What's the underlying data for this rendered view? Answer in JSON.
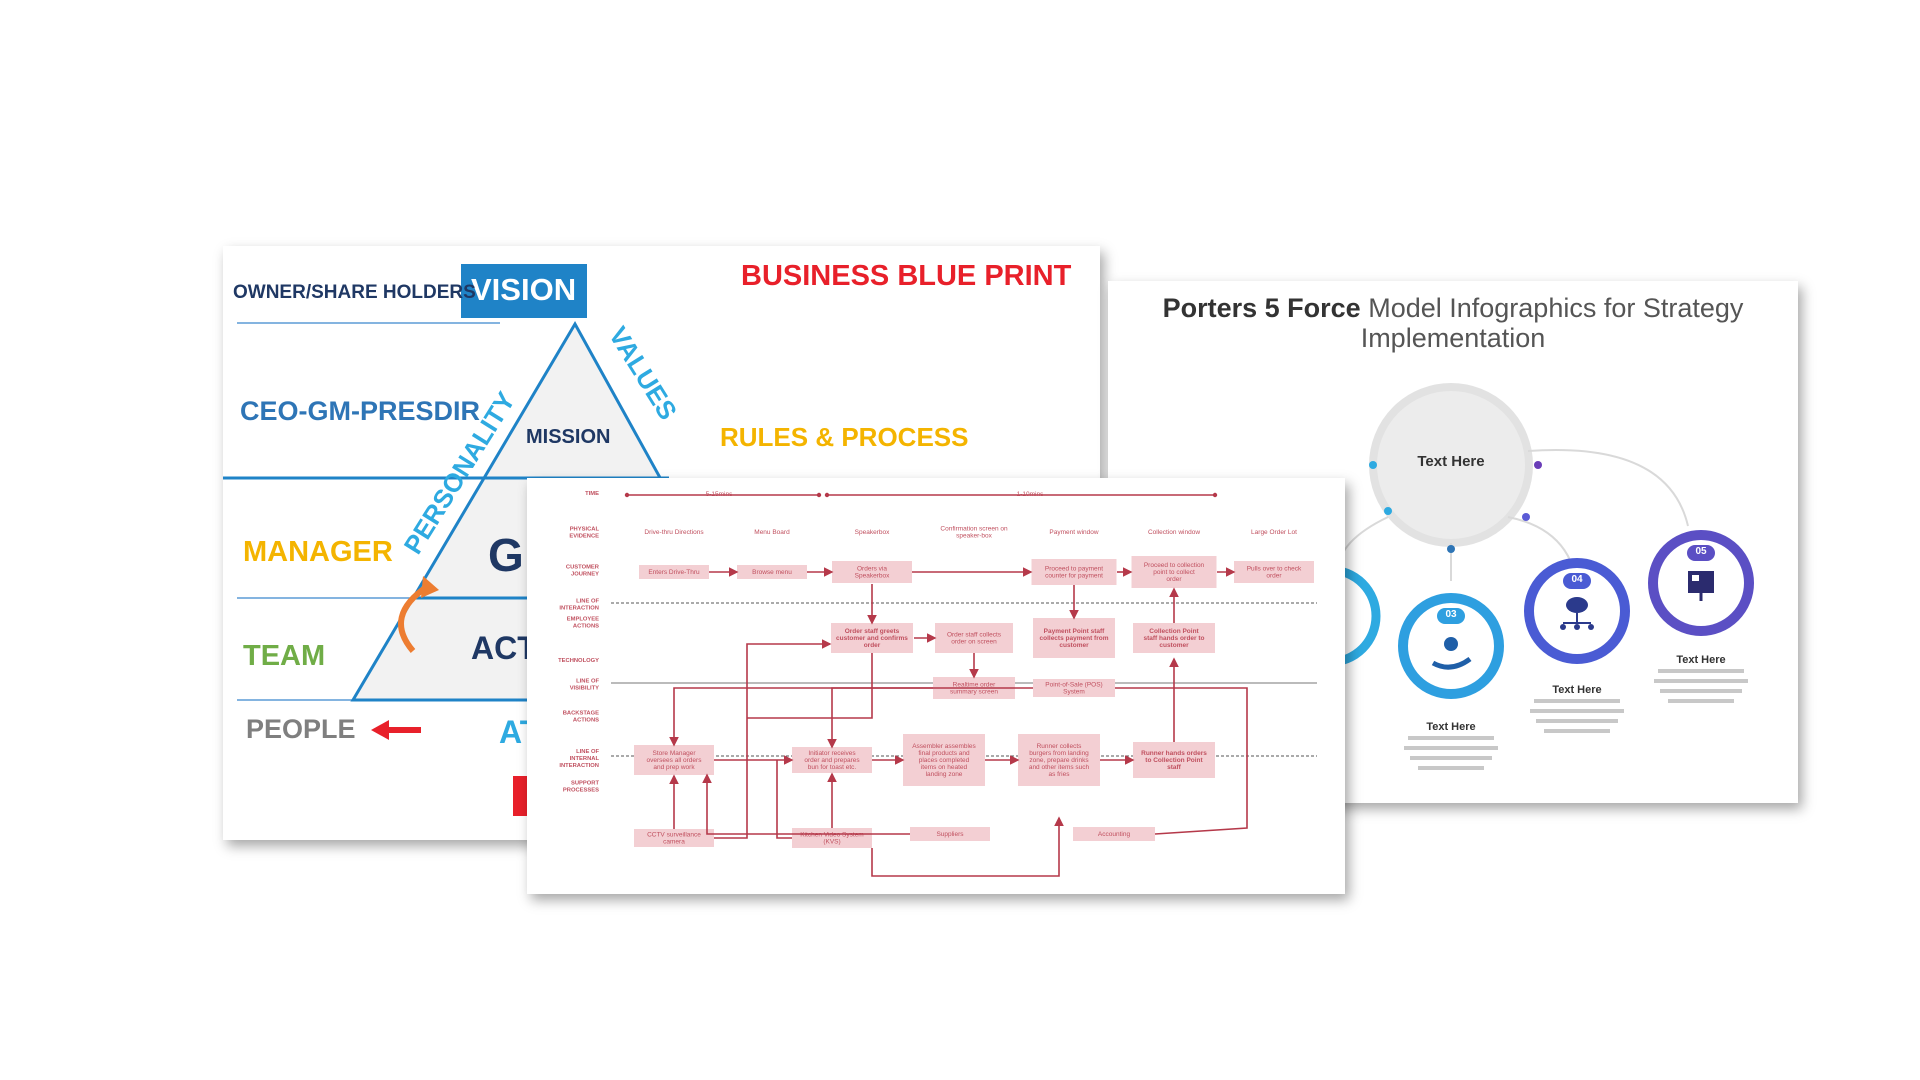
{
  "pyramid": {
    "title": "BUSINESS BLUE PRINT",
    "vision": "VISION",
    "mission": "MISSION",
    "rules": "RULES & PROCESS",
    "personality": "PERSONALITY",
    "values": "VALUES",
    "goal_partial": "G",
    "action_partial": "ACT",
    "attitude_partial": "AT",
    "levels": [
      "OWNER/SHARE HOLDERS",
      "CEO-GM-PRESDIR",
      "MANAGER",
      "TEAM",
      "PEOPLE"
    ],
    "colors": {
      "title": "#e8202a",
      "vision_bg": "#1f83c7",
      "owner": "#1f3864",
      "ceo": "#2e75b6",
      "manager": "#f4b400",
      "team": "#70ad47",
      "people": "#7f7f7f",
      "values": "#2eaae1",
      "rules": "#f4b400"
    }
  },
  "porter": {
    "title_bold": "Porters 5 Force",
    "title_rest": "Model Infographics for Strategy Implementation",
    "center": "Text Here",
    "items": [
      {
        "num": "03",
        "label": "Text Here",
        "icon": "hand-coin-icon"
      },
      {
        "num": "04",
        "label": "Text Here",
        "icon": "network-cloud-icon"
      },
      {
        "num": "05",
        "label": "Text Here",
        "icon": "chart-board-icon"
      }
    ]
  },
  "blueprint": {
    "rows": [
      "TIME",
      "PHYSICAL EVIDENCE",
      "CUSTOMER JOURNEY",
      "LINE OF INTERACTION",
      "EMPLOYEE ACTIONS",
      "TECHNOLOGY",
      "LINE OF VISIBILITY",
      "BACKSTAGE ACTIONS",
      "LINE OF INTERNAL INTERACTION",
      "SUPPORT PROCESSES"
    ],
    "time": [
      "5-15mins",
      "1-10mins"
    ],
    "evidence": [
      "Drive-thru Directions",
      "Menu Board",
      "Speakerbox",
      "Confirmation screen on speaker-box",
      "Payment window",
      "Collection window",
      "Large Order Lot"
    ],
    "journey": [
      "Enters Drive-Thru",
      "Browse menu",
      "Orders via Speakerbox",
      "Proceed to payment counter for payment",
      "Proceed to collection point to collect order",
      "Pulls over to check order"
    ],
    "employee": [
      "Order staff greets customer and confirms order",
      "Order staff collects order on screen",
      "Payment Point staff collects payment from customer",
      "Collection Point staff hands order to customer"
    ],
    "technology": [
      "Realtime order summary screen",
      "Point-of-Sale (POS) System"
    ],
    "backstage": [
      "Store Manager oversees all orders and prep work",
      "Initiator receives order and prepares bun for toast etc.",
      "Assembler assembles final products and places completed items on heated landing zone",
      "Runner collects burgers from landing zone, prepare drinks and other items such as fries",
      "Runner hands orders to Collection Point staff"
    ],
    "support": [
      "CCTV surveillance camera",
      "Kitchen Video System (KVS)",
      "Suppliers",
      "Accounting"
    ]
  }
}
